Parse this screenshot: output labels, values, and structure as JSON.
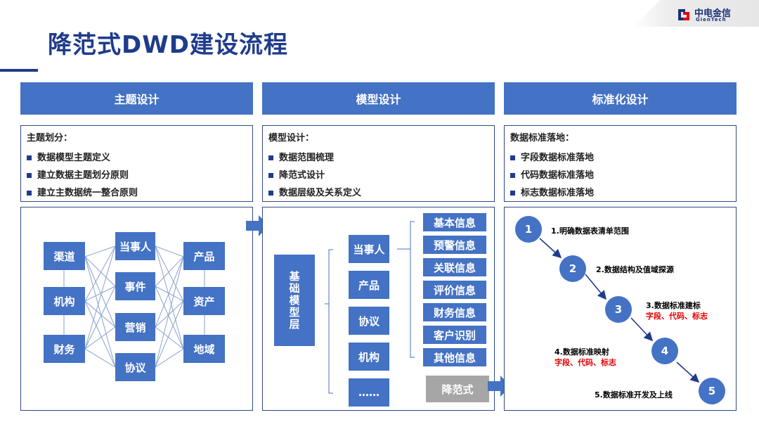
{
  "title": "降范式DWD建设流程",
  "logo": {
    "cn": "中电金信",
    "en": "GienTech"
  },
  "columns": [
    {
      "header": "主题设计",
      "desc_title": "主题划分：",
      "items": [
        "数据模型主题定义",
        "建立数据主题划分原则",
        "建立主数据统一整合原则"
      ]
    },
    {
      "header": "模型设计",
      "desc_title": "模型设计：",
      "items": [
        "数据范围梳理",
        "降范式设计",
        "数据层级及关系定义"
      ]
    },
    {
      "header": "标准化设计",
      "desc_title": "数据标准落地：",
      "items": [
        "字段数据标准落地",
        "代码数据标准落地",
        "标志数据标准落地"
      ]
    }
  ],
  "subject": {
    "left": [
      "渠道",
      "机构",
      "财务"
    ],
    "middle": [
      "当事人",
      "事件",
      "营销",
      "协议"
    ],
    "right": [
      "产品",
      "资产",
      "地域"
    ]
  },
  "model": {
    "base": "基础模型层",
    "entities": [
      "当事人",
      "产品",
      "协议",
      "机构",
      "……"
    ],
    "infos": [
      "基本信息",
      "预警信息",
      "关联信息",
      "评价信息",
      "财务信息",
      "客户识别",
      "其他信息"
    ],
    "denorm_label": "降范式"
  },
  "standard": {
    "steps": [
      {
        "num": "1",
        "text": "1.明确数据表清单范围",
        "detail": ""
      },
      {
        "num": "2",
        "text": "2.数据结构及值域探源",
        "detail": ""
      },
      {
        "num": "3",
        "text": "3.数据标准建标",
        "detail": "字段、代码、标志"
      },
      {
        "num": "4",
        "text": "4.数据标准映射",
        "detail": "字段、代码、标志"
      },
      {
        "num": "5",
        "text": "5.数据标准开发及上线",
        "detail": ""
      }
    ]
  },
  "colors": {
    "primary": "#4472c4",
    "dark": "#1f3b8c",
    "grey": "#a6a6a6",
    "accent_red": "#e60000"
  }
}
